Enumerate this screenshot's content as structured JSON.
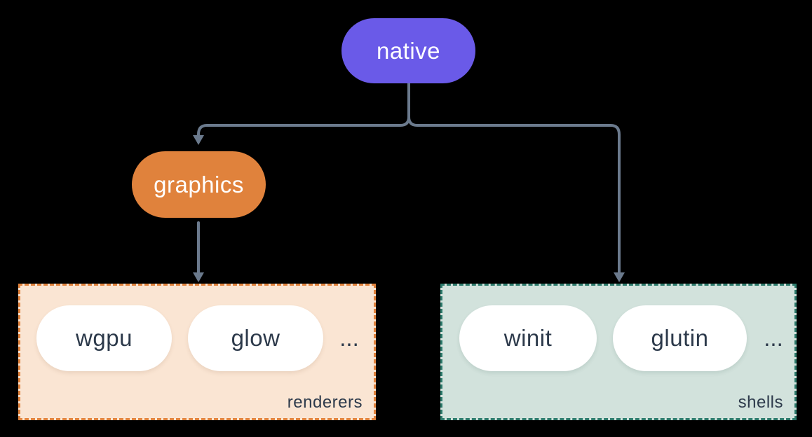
{
  "diagram": {
    "nodes": {
      "native": {
        "label": "native"
      },
      "graphics": {
        "label": "graphics"
      }
    },
    "groups": {
      "renderers": {
        "label": "renderers",
        "items": [
          "wgpu",
          "glow"
        ],
        "more": "..."
      },
      "shells": {
        "label": "shells",
        "items": [
          "winit",
          "glutin"
        ],
        "more": "..."
      }
    },
    "colors": {
      "background": "#000000",
      "native_fill": "#6a5ae8",
      "graphics_fill": "#e0823c",
      "renderers_bg": "#fae5d3",
      "renderers_border": "#e0823c",
      "shells_bg": "#d2e2dc",
      "shells_border": "#2c7a6b",
      "pill_bg": "#ffffff",
      "pill_text": "#2d3a4b",
      "node_text": "#ffffff",
      "connector": "#6b7a8d"
    }
  }
}
